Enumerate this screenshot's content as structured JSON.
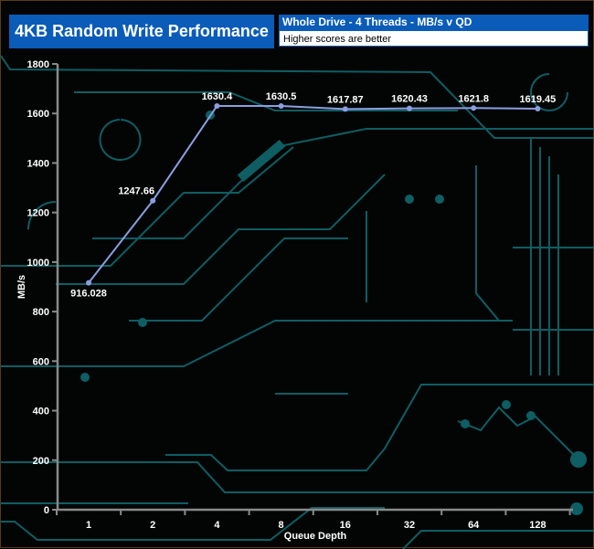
{
  "header": {
    "title": "4KB Random Write Performance",
    "subtitle": "Whole Drive - 4 Threads - MB/s v QD",
    "note": "Higher scores are better"
  },
  "colors": {
    "line": "#8a9fe0",
    "title_bg": "#0a5cb8",
    "circuit": "#0e5e63"
  },
  "chart_data": {
    "type": "line",
    "title": "4KB Random Write Performance",
    "xlabel": "Queue Depth",
    "ylabel": "MB/s",
    "categories": [
      "1",
      "2",
      "4",
      "8",
      "16",
      "32",
      "64",
      "128"
    ],
    "series": [
      {
        "name": "Whole Drive - 4 Threads - MB/s v QD",
        "values": [
          916.028,
          1247.66,
          1630.4,
          1630.5,
          1617.87,
          1620.43,
          1621.8,
          1619.45
        ]
      }
    ],
    "data_labels": [
      "916.028",
      "1247.66",
      "1630.4",
      "1630.5",
      "1617.87",
      "1620.43",
      "1621.8",
      "1619.45"
    ],
    "ylim": [
      0,
      1800
    ],
    "yticks": [
      0,
      200,
      400,
      600,
      800,
      1000,
      1200,
      1400,
      1600,
      1800
    ],
    "grid": false
  }
}
